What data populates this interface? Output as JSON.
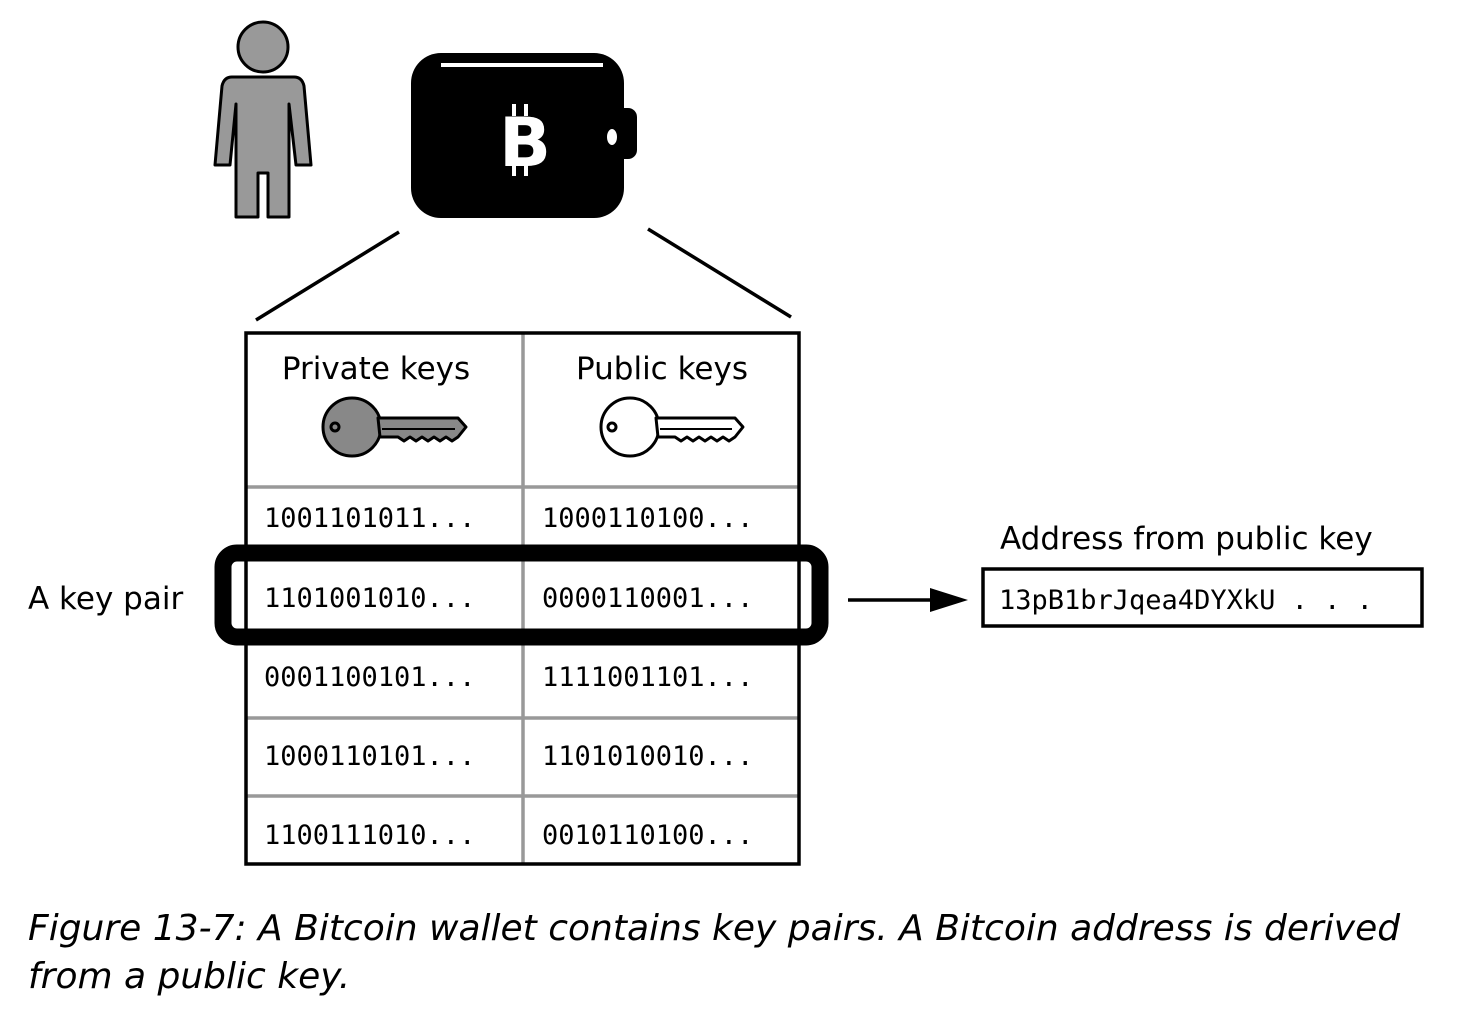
{
  "table": {
    "private_header": "Private keys",
    "public_header": "Public keys",
    "rows": [
      {
        "private": "1001101011...",
        "public": "1000110100..."
      },
      {
        "private": "1101001010...",
        "public": "0000110001..."
      },
      {
        "private": "0001100101...",
        "public": "1111001101..."
      },
      {
        "private": "1000110101...",
        "public": "1101010010..."
      },
      {
        "private": "1100111010...",
        "public": "0010110100..."
      }
    ]
  },
  "key_pair_label": "A key pair",
  "address": {
    "label": "Address from public key",
    "value": "13pB1brJqea4DYXkU . . ."
  },
  "wallet": {
    "symbol": "B"
  },
  "caption": "Figure 13-7: A Bitcoin wallet contains key pairs. A Bitcoin address is derived from a public key.",
  "colors": {
    "person_fill": "#999999",
    "private_key_fill": "#888888",
    "public_key_fill": "#ffffff",
    "wallet_fill": "#000000",
    "grid_lines": "#999999"
  },
  "icons": [
    "person-icon",
    "bitcoin-wallet-icon",
    "private-key-icon",
    "public-key-icon",
    "arrow-icon"
  ]
}
